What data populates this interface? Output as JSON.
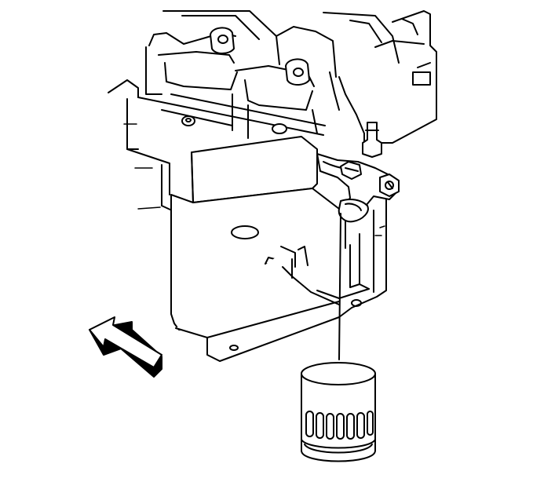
{
  "figure": {
    "kind": "line-art technical illustration",
    "subject_icons": [
      "engine-block-underside",
      "oil-pan-rail",
      "oil-filter-adapter",
      "oil-filter",
      "forward-arrow"
    ],
    "colors": {
      "line": "#000000",
      "fill": "#ffffff"
    }
  }
}
